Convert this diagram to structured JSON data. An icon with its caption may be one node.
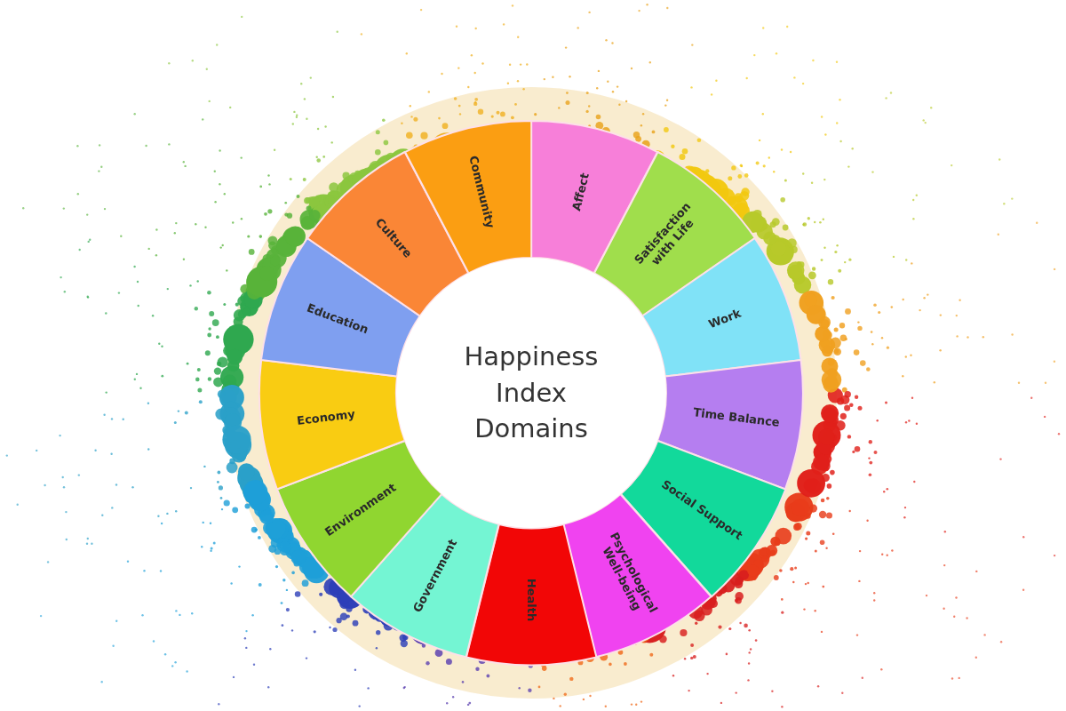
{
  "diagram": {
    "nodes": [
      {
        "text": [
          "Happiness Index Domains"
        ]
      },
      {
        "text": [
          "Affect"
        ]
      },
      {
        "text": [
          "Satisfaction with Life"
        ]
      },
      {
        "text": [
          "Work"
        ]
      },
      {
        "text": [
          "Time Balance"
        ]
      },
      {
        "text": [
          "Social Support"
        ]
      },
      {
        "text": [
          "Psychological Well-being"
        ]
      },
      {
        "text": [
          "Health"
        ]
      },
      {
        "text": [
          "Government"
        ]
      },
      {
        "text": [
          "Environment"
        ]
      },
      {
        "text": [
          "Economy"
        ]
      },
      {
        "text": [
          "Education"
        ]
      },
      {
        "text": [
          "Culture"
        ]
      },
      {
        "text": [
          "Community"
        ]
      }
    ],
    "edges": []
  }
}
